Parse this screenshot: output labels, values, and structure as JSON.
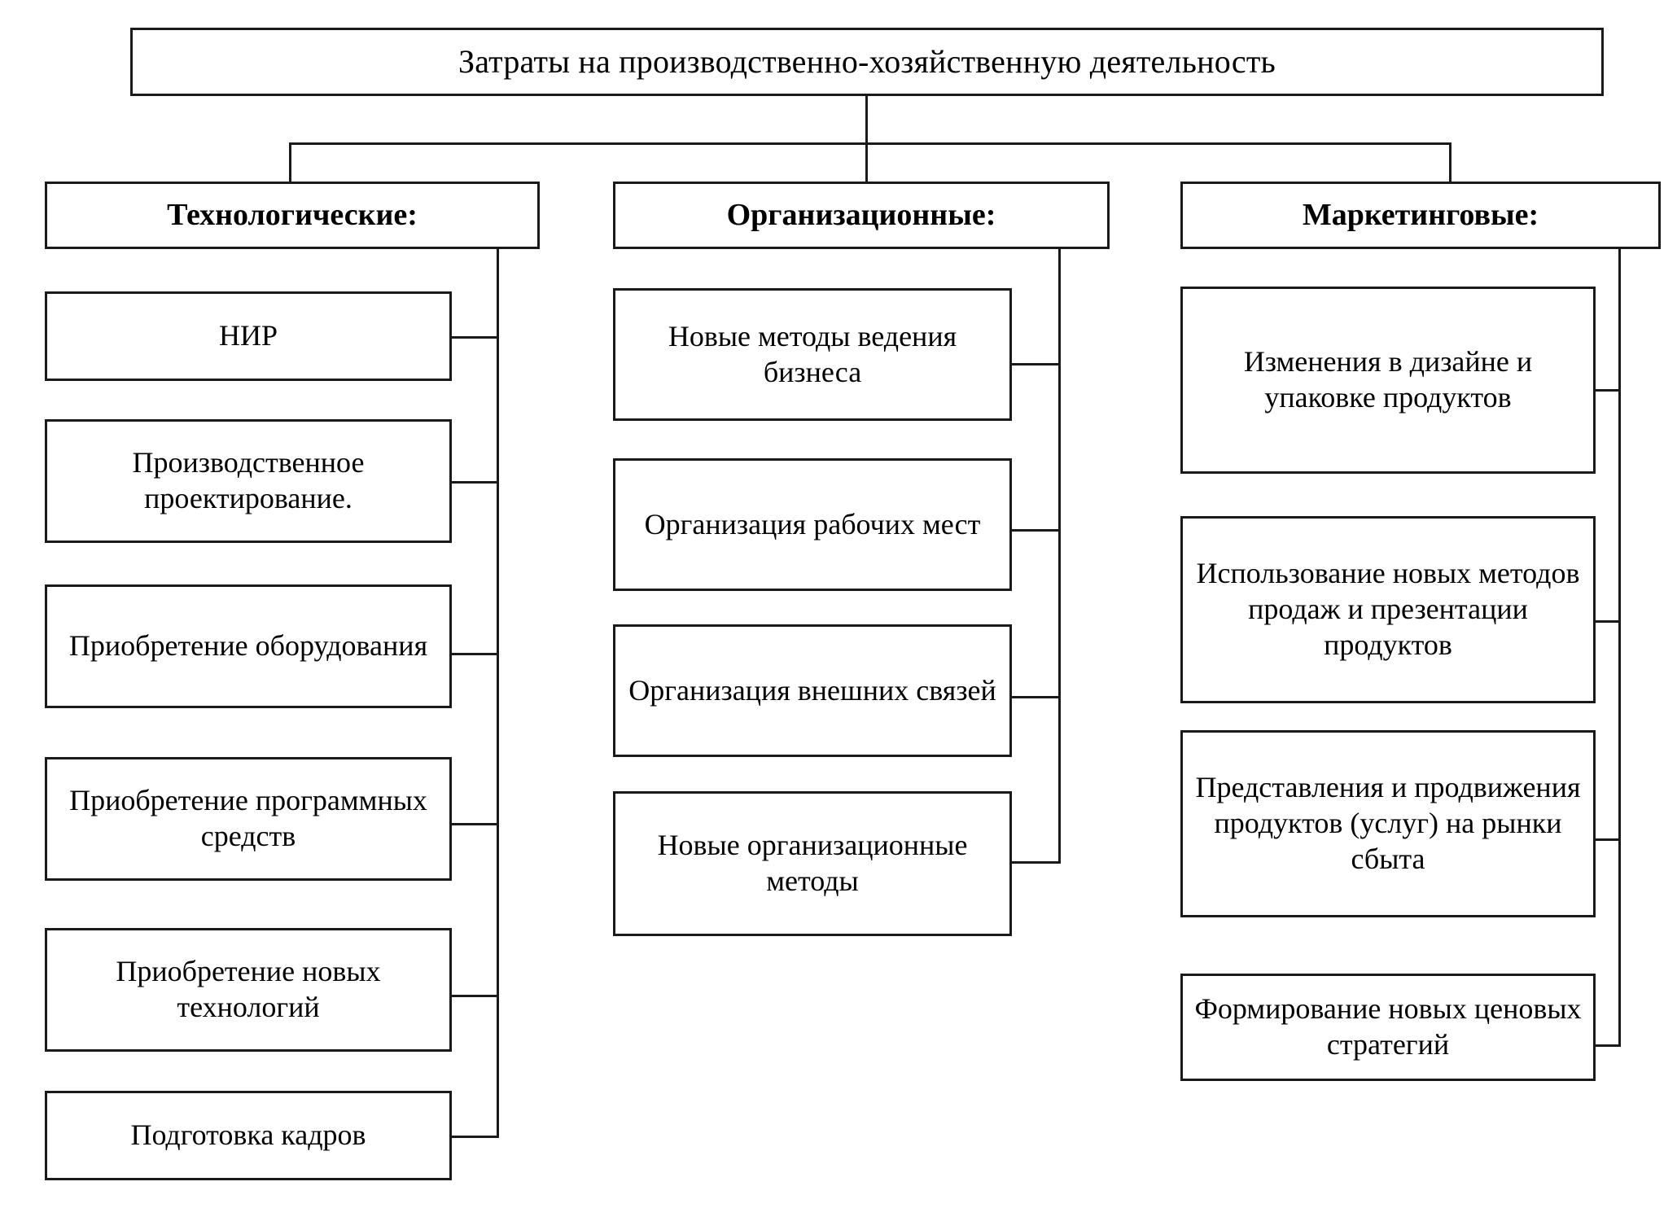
{
  "diagram": {
    "title": "Затраты на производственно-хозяйственную деятельность",
    "root": {
      "label": "Затраты на производственно-хозяйственную деятельность"
    },
    "categories": [
      {
        "id": "technological",
        "label": "Технологические:",
        "items": [
          {
            "label": "НИР"
          },
          {
            "label": "Производственное проектирование."
          },
          {
            "label": "Приобретение оборудования"
          },
          {
            "label": "Приобретение программных средств"
          },
          {
            "label": "Приобретение новых технологий"
          },
          {
            "label": "Подготовка кадров"
          }
        ]
      },
      {
        "id": "organizational",
        "label": "Организационные:",
        "items": [
          {
            "label": "Новые методы ведения бизнеса"
          },
          {
            "label": "Организация рабочих мест"
          },
          {
            "label": "Организация внешних связей"
          },
          {
            "label": "Новые организационные методы"
          }
        ]
      },
      {
        "id": "marketing",
        "label": "Маркетинговые:",
        "items": [
          {
            "label": "Изменения в дизайне и упаковке продуктов"
          },
          {
            "label": "Использование новых методов продаж и презентации продуктов"
          },
          {
            "label": "Представления и продвижения продуктов (услуг) на рынки сбыта"
          },
          {
            "label": "Формирование новых ценовых стратегий"
          }
        ]
      }
    ],
    "colors": {
      "line": "#1a1a1a",
      "background": "#ffffff",
      "text": "#000000"
    }
  }
}
